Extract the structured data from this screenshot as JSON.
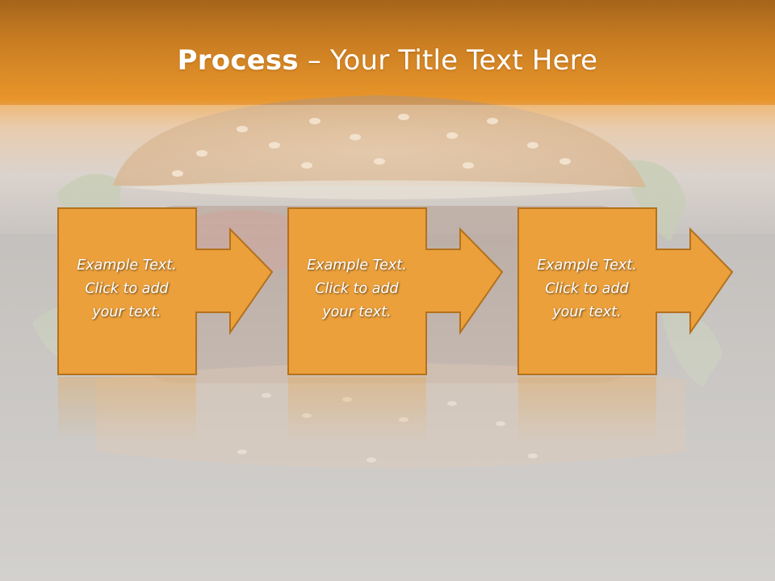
{
  "title": {
    "bold_part": "Process",
    "separator": " – ",
    "rest": "Your Title Text Here"
  },
  "steps": [
    {
      "line1": "Example Text.",
      "line2": "Click  to add",
      "line3": "your text."
    },
    {
      "line1": "Example Text.",
      "line2": "Click  to add",
      "line3": "your text."
    },
    {
      "line1": "Example Text.",
      "line2": "Click  to add",
      "line3": "your text."
    }
  ],
  "colors": {
    "header_top": "#a5641a",
    "header_orange": "#e8952a",
    "box_fill": "#eba03c",
    "box_stroke": "#b4711c",
    "background_gray": "#9a9590"
  }
}
